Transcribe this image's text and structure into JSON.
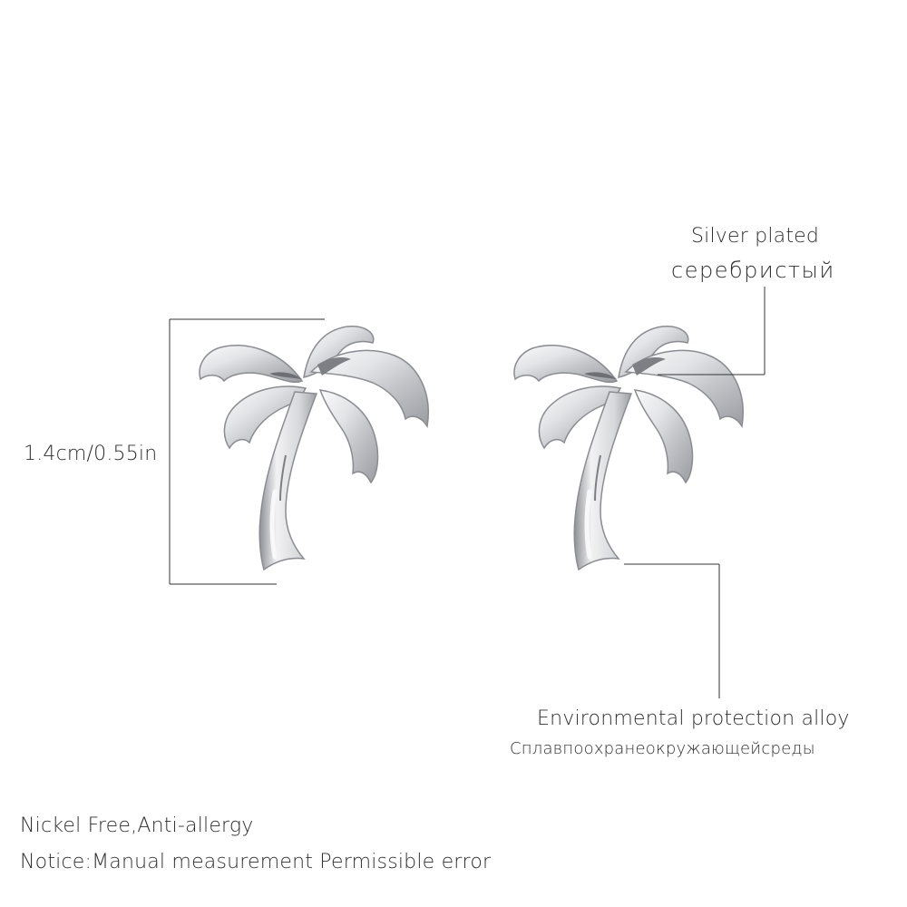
{
  "dimension_label": "1.4cm/0.55in",
  "callouts": {
    "plating": {
      "english": "Silver plated",
      "russian": "серебристый"
    },
    "material": {
      "english": "Environmental protection alloy",
      "russian": "Сплавпоохранеокружающейсреды"
    }
  },
  "notes": {
    "nickel": "Nickel Free,Anti-allergy",
    "notice": "Notice:Manual measurement Permissible error"
  },
  "colors": {
    "background": "#ffffff",
    "text": "#2f2f2f",
    "line": "#333333",
    "metal_light": "#f4f4f6",
    "metal_mid": "#c8c9cc",
    "metal_dark": "#7d7f84"
  }
}
